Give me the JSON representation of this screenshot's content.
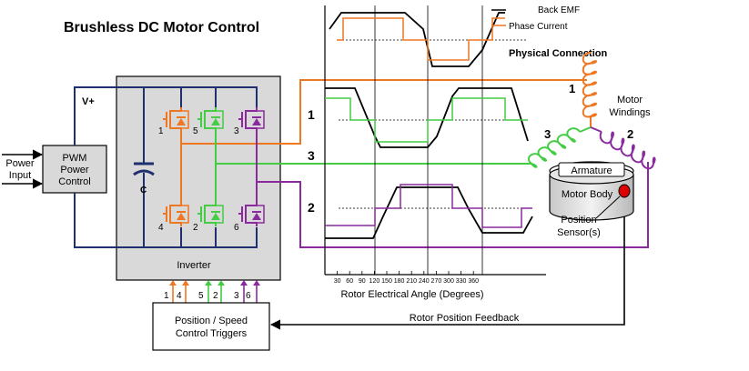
{
  "title": "Brushless DC Motor Control",
  "power_input": [
    "Power",
    "Input"
  ],
  "pwm_block": [
    "PWM",
    "Power",
    "Control"
  ],
  "v_plus": "V+",
  "capacitor_label": "C",
  "inverter_label": "Inverter",
  "switch_numbers": [
    "1",
    "5",
    "3",
    "4",
    "2",
    "6"
  ],
  "trigger_numbers": [
    "1",
    "4",
    "5",
    "2",
    "3",
    "6"
  ],
  "control_block": [
    "Position / Speed",
    "Control Triggers"
  ],
  "feedback_label": "Rotor Position Feedback",
  "phase_numbers": [
    "1",
    "3",
    "2"
  ],
  "legend": {
    "back_emf": "Back EMF",
    "phase_current": "Phase Current"
  },
  "physical_connection": "Physical Connection",
  "motor_windings": [
    "Motor",
    "Windings"
  ],
  "armature": "Armature",
  "motor_body": "Motor Body",
  "position_sensor": [
    "Position",
    "Sensor(s)"
  ],
  "axis_title": "Rotor Electrical Angle (Degrees)",
  "axis_ticks": [
    "30",
    "60",
    "90",
    "120",
    "150",
    "180",
    "210",
    "240",
    "270",
    "300",
    "330",
    "360"
  ],
  "colors": {
    "phase1": "#ee7722",
    "phase2": "#8a2a9e",
    "phase3": "#44cc44",
    "back_emf": "#000000",
    "panel": "#d9d9d9",
    "wire": "#1f2f6f",
    "sensor": "#dd0000"
  }
}
